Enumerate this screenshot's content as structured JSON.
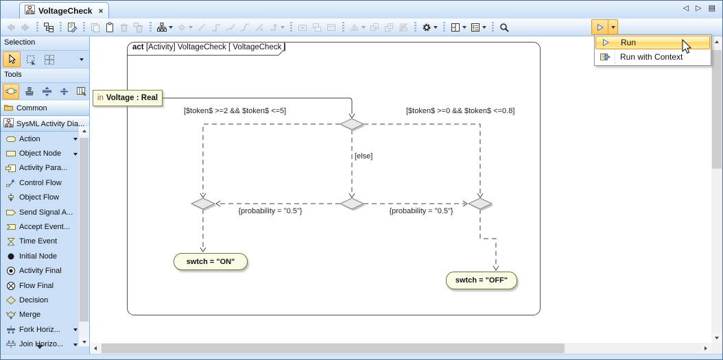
{
  "tab_bar": {
    "active_tab_label": "VoltageCheck",
    "close_glyph": "×",
    "nav_icons": [
      "previous-tab",
      "next-tab",
      "tab-list"
    ]
  },
  "toolbar": {
    "groups": [
      {
        "icons": [
          "back",
          "forward"
        ],
        "enabled": false
      },
      {
        "icons": [
          "containment-tree"
        ],
        "enabled": true
      },
      {
        "icons": [
          "specification"
        ],
        "enabled": true
      },
      {
        "icons": [
          "copy",
          "paste",
          "delete",
          "delete-from-model"
        ],
        "enabled": false
      },
      {
        "icons": [
          "quick-layout",
          "route-paths",
          "straight-line",
          "rectilinear-line",
          "oblique-line",
          "curved-line",
          "remove-line-breaks",
          "reroute"
        ],
        "enabled": false
      },
      {
        "icons": [
          "make-preferred-size",
          "make-same-size",
          "collapse-shape"
        ],
        "enabled": false
      },
      {
        "icons": [
          "display-related",
          "refactor-add",
          "refactor-extract",
          "validate"
        ],
        "enabled": false
      },
      {
        "icons": [
          "options-gear"
        ],
        "enabled": true
      },
      {
        "icons": [
          "diagram-window-layout",
          "legend"
        ],
        "enabled": true
      },
      {
        "icons": [
          "find"
        ],
        "enabled": true
      }
    ],
    "run_button": {
      "icon": "run",
      "menu_open": true
    }
  },
  "palette": {
    "sections": [
      {
        "label": "Selection"
      },
      {
        "label": "Tools"
      }
    ],
    "selection_tools": [
      "pointer",
      "marquee-selection",
      "group-selection"
    ],
    "tools_tools": [
      "note-oval",
      "stamp",
      "vertical-separator",
      "horizontal-separator",
      "swimlane"
    ],
    "accordions": [
      {
        "label": "Common",
        "icon": "folder"
      },
      {
        "label": "SysML Activity Dia...",
        "icon": "activity-diagram"
      }
    ],
    "items": [
      {
        "label": "Action",
        "icon": "action",
        "has_dropdown": true
      },
      {
        "label": "Object Node",
        "icon": "object-node",
        "has_dropdown": true
      },
      {
        "label": "Activity Para...",
        "icon": "activity-parameter",
        "has_dropdown": false
      },
      {
        "label": "Control Flow",
        "icon": "control-flow",
        "has_dropdown": false
      },
      {
        "label": "Object Flow",
        "icon": "object-flow",
        "has_dropdown": false
      },
      {
        "label": "Send Signal A...",
        "icon": "send-signal",
        "has_dropdown": false
      },
      {
        "label": "Accept Event...",
        "icon": "accept-event",
        "has_dropdown": false
      },
      {
        "label": "Time Event",
        "icon": "time-event",
        "has_dropdown": false
      },
      {
        "label": "Initial Node",
        "icon": "initial-node",
        "has_dropdown": false
      },
      {
        "label": "Activity Final",
        "icon": "activity-final",
        "has_dropdown": false
      },
      {
        "label": "Flow Final",
        "icon": "flow-final",
        "has_dropdown": false
      },
      {
        "label": "Decision",
        "icon": "decision",
        "has_dropdown": false
      },
      {
        "label": "Merge",
        "icon": "merge",
        "has_dropdown": false
      },
      {
        "label": "Fork Horiz...",
        "icon": "fork-horizontal",
        "has_dropdown": true
      },
      {
        "label": "Join Horizo...",
        "icon": "join-horizontal",
        "has_dropdown": true
      }
    ]
  },
  "diagram": {
    "frame_keyword": "act",
    "frame_title": "[Activity] VoltageCheck [ VoltageCheck ]",
    "parameter": {
      "direction": "in",
      "name": "Voltage : Real"
    },
    "guard_left": "[$token$ >=2 && $token$ <=5]",
    "guard_right": "[$token$ >=0 && $token$ <=0.8]",
    "guard_else": "[else]",
    "probability_left": "{probability = \"0.5\"}",
    "probability_right": "{probability = \"0.5\"}",
    "action_on": "swtch = \"ON\"",
    "action_off": "swtch = \"OFF\""
  },
  "run_menu": {
    "items": [
      {
        "label": "Run",
        "icon": "run",
        "highlighted": true
      },
      {
        "label": "Run with Context",
        "icon": "run-with-context",
        "highlighted": false
      }
    ]
  },
  "colors": {
    "selection_highlight": "#fbc55e",
    "menu_highlight_border": "#d49a2e",
    "node_fill": "#fbfce6",
    "node_border": "#70703a",
    "palette_bg": "#cbdff6",
    "decision_fill": "#e6e6e6",
    "frame_stroke": "#4f4f4f"
  }
}
